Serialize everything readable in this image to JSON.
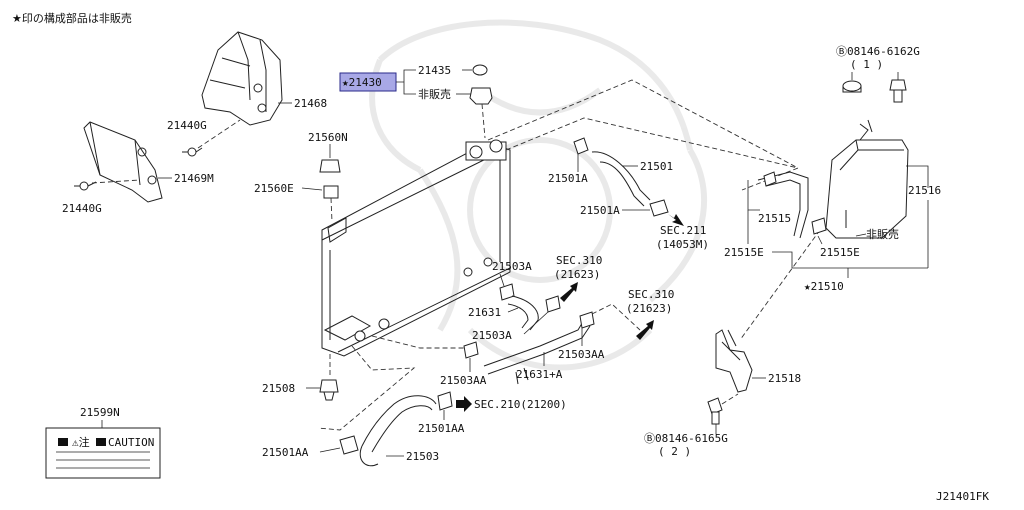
{
  "header": {
    "note": "★印の構成部品は非販売"
  },
  "footer": {
    "diagram_code": "J21401FK"
  },
  "colors": {
    "highlight": "#a8a8e6",
    "line": "#222222"
  },
  "labels": {
    "p21468": "21468",
    "p21440g_a": "21440G",
    "p21469m": "21469M",
    "p21440g_b": "21440G",
    "p21435": "21435",
    "p21430": "★21430",
    "hibaibai_cap": "非販売",
    "p21560n": "21560N",
    "p21560e": "21560E",
    "p21501": "21501",
    "p21501a_a": "21501A",
    "p21501a_b": "21501A",
    "sec211_a": "SEC.211",
    "sec211_b": "(14053M)",
    "bolt_top_a": "Ⓑ08146-6162G",
    "bolt_top_b": "( 1 )",
    "p21516": "21516",
    "p21515": "21515",
    "p21515e_a": "21515E",
    "p21515e_b": "21515E",
    "hibaibai_tank": "非販売",
    "p21510": "★21510",
    "p21503a_a": "21503A",
    "sec310a_a": "SEC.310",
    "sec310a_b": "(21623)",
    "p21631": "21631",
    "sec310b_a": "SEC.310",
    "sec310b_b": "(21623)",
    "p21503a_b": "21503A",
    "p21503aa_a": "21503AA",
    "p21631a": "21631+A",
    "p21503aa_b": "21503AA",
    "p21508": "21508",
    "p21518": "21518",
    "sec210": "SEC.210(21200)",
    "p21501aa_a": "21501AA",
    "p21599n": "21599N",
    "caution": "CAUTION",
    "p21501aa_b": "21501AA",
    "p21503": "21503",
    "bolt_bot_a": "Ⓑ08146-6165G",
    "bolt_bot_b": "( 2 )"
  }
}
